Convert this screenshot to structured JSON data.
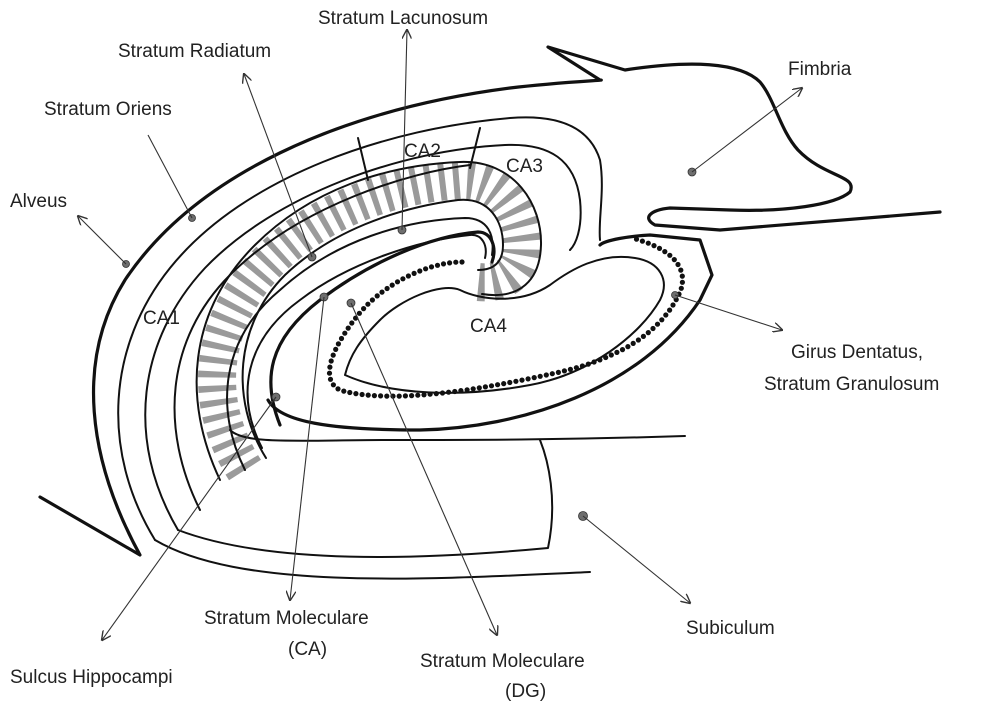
{
  "colors": {
    "background": "#ffffff",
    "outline": "#111111",
    "pyramidal_band": "#9a9a9a",
    "granule_dots": "#111111",
    "marker_dots": "#6e6e6e"
  },
  "labels": {
    "stratum_lacunosum": "Stratum Lacunosum",
    "stratum_radiatum": "Stratum Radiatum",
    "stratum_oriens": "Stratum Oriens",
    "alveus": "Alveus",
    "fimbria": "Fimbria",
    "ca1": "CA1",
    "ca2": "CA2",
    "ca3": "CA3",
    "ca4": "CA4",
    "girus_dentatus_line1": "Girus Dentatus,",
    "girus_dentatus_line2": "Stratum Granulosum",
    "subiculum": "Subiculum",
    "stratum_moleculare_ca_line1": "Stratum Moleculare",
    "stratum_moleculare_ca_line2": "(CA)",
    "stratum_moleculare_dg_line1": "Stratum Moleculare",
    "stratum_moleculare_dg_line2": "(DG)",
    "sulcus_hippocampi": "Sulcus Hippocampi"
  }
}
